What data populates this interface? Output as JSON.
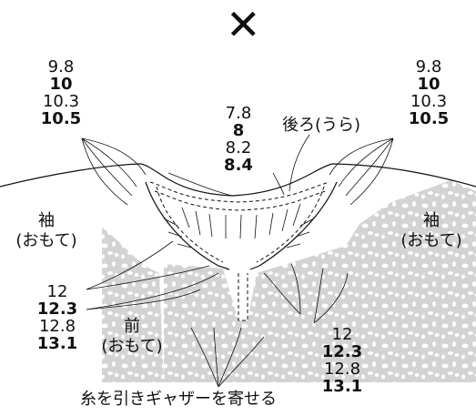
{
  "mark": "✕",
  "labels": {
    "top_left": [
      "9.8",
      "10",
      "10.3",
      "10.5"
    ],
    "top_right": [
      "9.8",
      "10",
      "10.3",
      "10.5"
    ],
    "center": [
      "7.8",
      "8",
      "8.2",
      "8.4"
    ],
    "back": "後ろ(うら)",
    "sleeve_left": [
      "袖",
      "(おもて)"
    ],
    "sleeve_right": [
      "袖",
      "(おもて)"
    ],
    "front": [
      "前",
      "(おもて)"
    ],
    "bottom_left": [
      "12",
      "12.3",
      "12.8",
      "13.1"
    ],
    "bottom_right": [
      "12",
      "12.3",
      "12.8",
      "13.1"
    ],
    "gather": "糸を引きギャザーを寄せる"
  }
}
